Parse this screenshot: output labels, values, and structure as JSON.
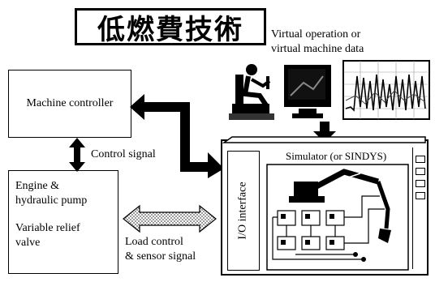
{
  "title": "低燃費技術",
  "virtual_label": [
    "Virtual operation or",
    "virtual machine data"
  ],
  "machine_controller": "Machine controller",
  "control_signal": "Control signal",
  "engine_box": {
    "line1": "Engine  &",
    "line2": "hydraulic pump",
    "line3": "Variable relief",
    "line4": "valve"
  },
  "load_control": [
    "Load control",
    "& sensor signal"
  ],
  "simulator": "Simulator (or SINDYS)",
  "io_interface": "I/O interface",
  "icons": [
    "operator-seat-icon",
    "monitor-icon",
    "waveform-chart-icon",
    "excavator-schematic-icon"
  ]
}
